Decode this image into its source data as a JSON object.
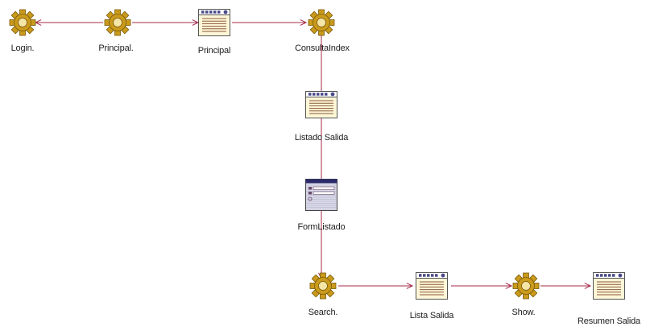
{
  "colors": {
    "edge": "#a52a4a",
    "gear_fill": "#c99a1c",
    "gear_stroke": "#7a5a0a",
    "page_fill": "#fdf7d8",
    "page_header": "#4a4a8a",
    "form_fill": "#d8d8e8"
  },
  "nodes": [
    {
      "id": "login",
      "kind": "gear",
      "label": "Login."
    },
    {
      "id": "principal-action",
      "kind": "gear",
      "label": "Principal."
    },
    {
      "id": "principal-page",
      "kind": "page",
      "label": "Principal"
    },
    {
      "id": "consulta-index",
      "kind": "gear",
      "label": "ConsultaIndex"
    },
    {
      "id": "listado-salida",
      "kind": "page",
      "label": "Listado Salida"
    },
    {
      "id": "form-listado",
      "kind": "form",
      "label": "FormListado"
    },
    {
      "id": "search",
      "kind": "gear",
      "label": "Search."
    },
    {
      "id": "lista-salida",
      "kind": "page",
      "label": "Lista Salida"
    },
    {
      "id": "show",
      "kind": "gear",
      "label": "Show."
    },
    {
      "id": "resumen-salida",
      "kind": "page",
      "label": "Resumen Salida"
    }
  ],
  "edges": [
    {
      "from": "principal-action",
      "to": "login"
    },
    {
      "from": "principal-action",
      "to": "principal-page"
    },
    {
      "from": "principal-page",
      "to": "consulta-index"
    },
    {
      "from": "consulta-index",
      "to": "listado-salida"
    },
    {
      "from": "listado-salida",
      "to": "form-listado"
    },
    {
      "from": "form-listado",
      "to": "search"
    },
    {
      "from": "search",
      "to": "lista-salida"
    },
    {
      "from": "lista-salida",
      "to": "show"
    },
    {
      "from": "show",
      "to": "resumen-salida"
    }
  ]
}
